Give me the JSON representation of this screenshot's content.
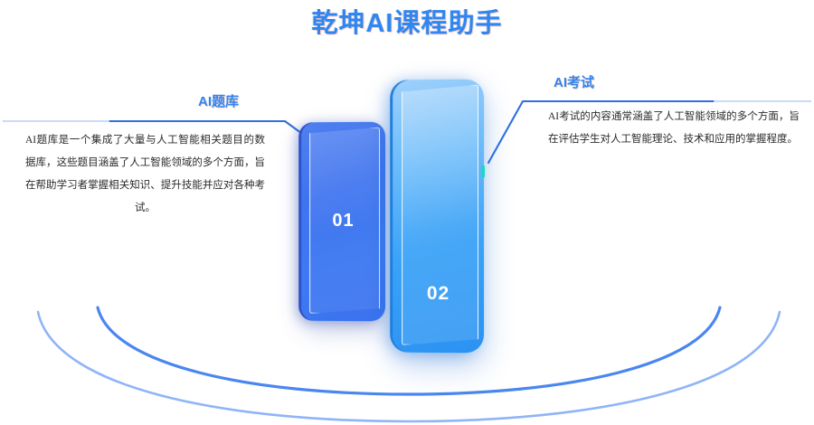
{
  "page": {
    "title": "乾坤AI课程助手",
    "accent_color": "#2f86f0",
    "background": "#ffffff"
  },
  "cards": [
    {
      "number": "01",
      "name": "card-01",
      "color": "#3f74ef"
    },
    {
      "number": "02",
      "name": "card-02",
      "color": "#3ba2f7",
      "accent_color": "#1fd7c8"
    }
  ],
  "callouts": {
    "left": {
      "label": "AI题库",
      "body": "AI题库是一个集成了大量与人工智能相关题目的数据库，这些题目涵盖了人工智能领域的多个方面，旨在帮助学习者掌握相关知识、提升技能并应对各种考试。"
    },
    "right": {
      "label": "AI考试",
      "body": "AI考试的内容通常涵盖了人工智能领域的多个方面，旨在评估学生对人工智能理论、技术和应用的掌握程度。"
    }
  },
  "decorations": {
    "arc_color_outer": "#8fb4f7",
    "arc_color_inner": "#4a86f0",
    "connector_color": "#2f6fe0"
  }
}
